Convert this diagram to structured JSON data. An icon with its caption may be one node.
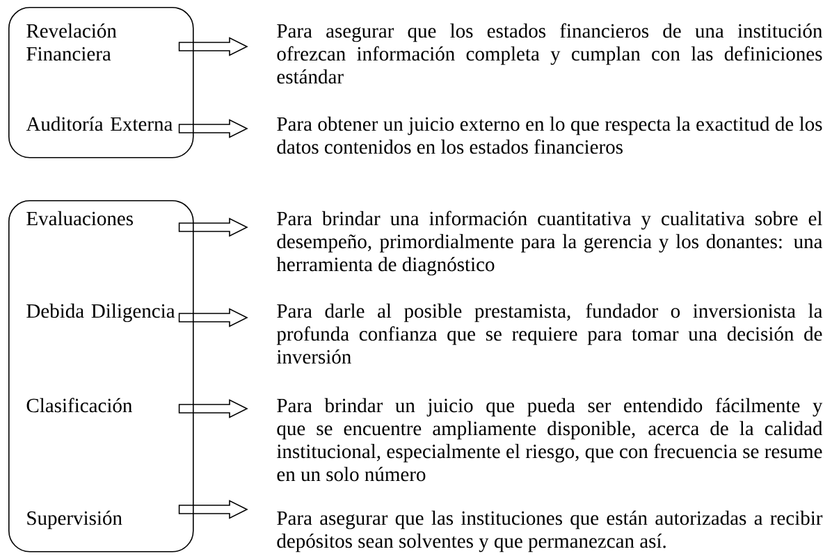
{
  "diagram": {
    "nodes": [
      {
        "text": [],
        "shape": "box"
      },
      {
        "text": [
          "Revelación Financiera"
        ],
        "in": 0
      },
      {
        "text": [
          "Para asegurar que los estados financieros de una institución ofrezcan información completa y cumplan con las definiciones estándar"
        ]
      },
      {
        "text": [
          "Auditoría Externa"
        ],
        "in": 0
      },
      {
        "text": [
          "Para obtener un juicio externo en lo que respecta la exactitud de los datos contenidos en los estados financieros"
        ]
      },
      {
        "text": [],
        "shape": "box"
      },
      {
        "text": [
          "Evaluaciones"
        ],
        "in": 5
      },
      {
        "text": [
          "Para brindar una información cuantitativa y cualitativa sobre el desempeño, primordialmente para la gerencia y los donantes: una herramienta de diagnóstico"
        ]
      },
      {
        "text": [
          "Debida Diligencia"
        ],
        "in": 5
      },
      {
        "text": [
          "Para darle al posible prestamista, fundador o inversionista la profunda confianza que se requiere para tomar una decisión de inversión"
        ]
      },
      {
        "text": [
          "Clasificación"
        ],
        "in": 5
      },
      {
        "text": [
          "Para brindar un juicio que pueda ser entendido fácilmente y que se encuentre ampliamente disponible, acerca de la calidad institucional, especialmente el riesgo, que con frecuencia se resume en un solo número"
        ]
      },
      {
        "text": [
          "Supervisión"
        ],
        "in": 5
      },
      {
        "text": [
          "Para asegurar que las instituciones que están autorizadas a recibir depósitos sean solventes y que permanezcan así."
        ]
      }
    ],
    "edges": [
      {
        "from": 0,
        "to": 2,
        "arrow": "to"
      },
      {
        "from": 0,
        "to": 4,
        "arrow": "to"
      },
      {
        "from": 5,
        "to": 7,
        "arrow": "to"
      },
      {
        "from": 5,
        "to": 9,
        "arrow": "to"
      },
      {
        "from": 5,
        "to": 11,
        "arrow": "to"
      },
      {
        "from": 5,
        "to": 13,
        "arrow": "to"
      }
    ]
  }
}
